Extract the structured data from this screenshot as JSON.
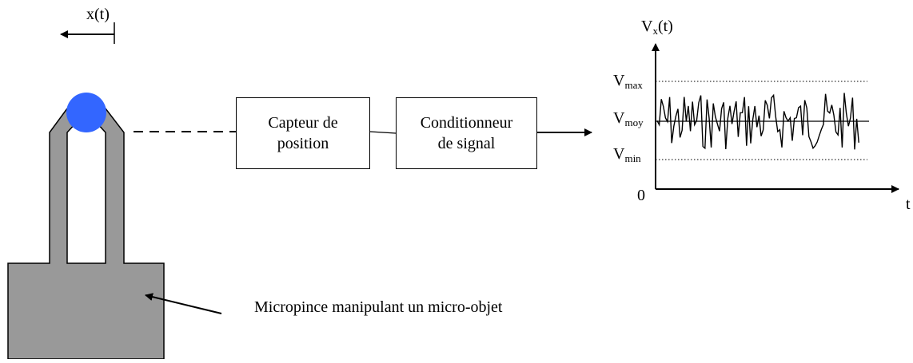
{
  "gripper": {
    "displacement_label": "x(t)",
    "caption": "Micropince manipulant un micro-objet",
    "colors": {
      "gripper": "#999999",
      "object": "#3366ff",
      "outline": "#000000"
    }
  },
  "blocks": {
    "sensor": {
      "line1": "Capteur de",
      "line2": "position"
    },
    "conditioner": {
      "line1": "Conditionneur",
      "line2": "de signal"
    }
  },
  "graph": {
    "y_label_main": "V",
    "y_label_sub": "x",
    "y_label_suffix": "(t)",
    "x_label": "t",
    "origin_label": "0",
    "levels": [
      {
        "main": "V",
        "sub": "max"
      },
      {
        "main": "V",
        "sub": "moy"
      },
      {
        "main": "V",
        "sub": "min"
      }
    ]
  }
}
